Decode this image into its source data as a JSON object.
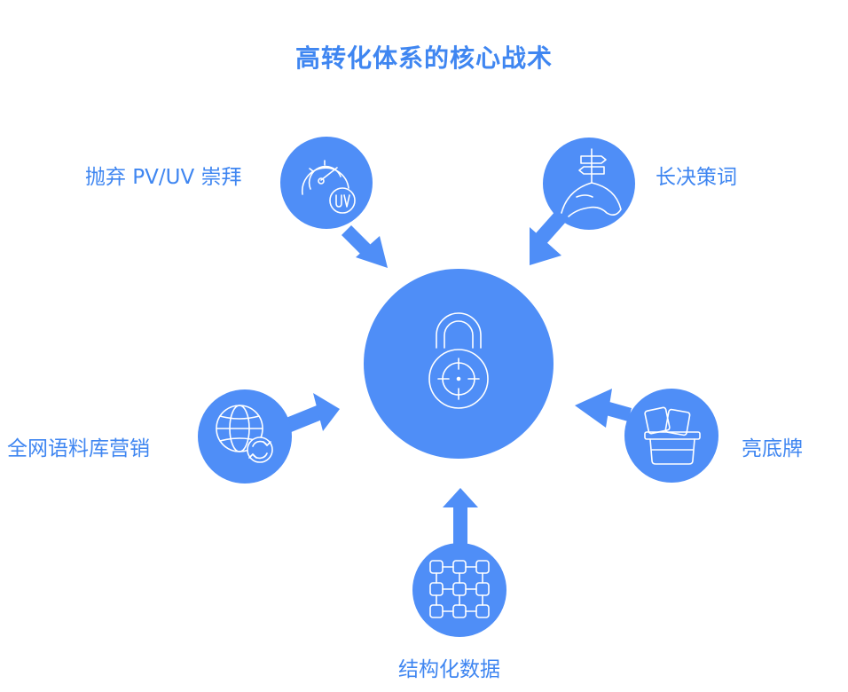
{
  "title": "高转化体系的核心战术",
  "colors": {
    "primary": "#4f8ef7",
    "text": "#3f86f1",
    "icon_stroke": "#ffffff"
  },
  "center": {
    "icon": "lock-target-icon"
  },
  "nodes": [
    {
      "id": "pvuv",
      "label": "抛弃 PV/UV 崇拜",
      "icon": "speedometer-uv-icon"
    },
    {
      "id": "longtail",
      "label": "长决策词",
      "icon": "signpost-hill-icon"
    },
    {
      "id": "corpus",
      "label": "全网语料库营销",
      "icon": "globe-refresh-icon"
    },
    {
      "id": "trump",
      "label": "亮底牌",
      "icon": "cards-hat-icon"
    },
    {
      "id": "structured",
      "label": "结构化数据",
      "icon": "node-grid-icon"
    }
  ]
}
